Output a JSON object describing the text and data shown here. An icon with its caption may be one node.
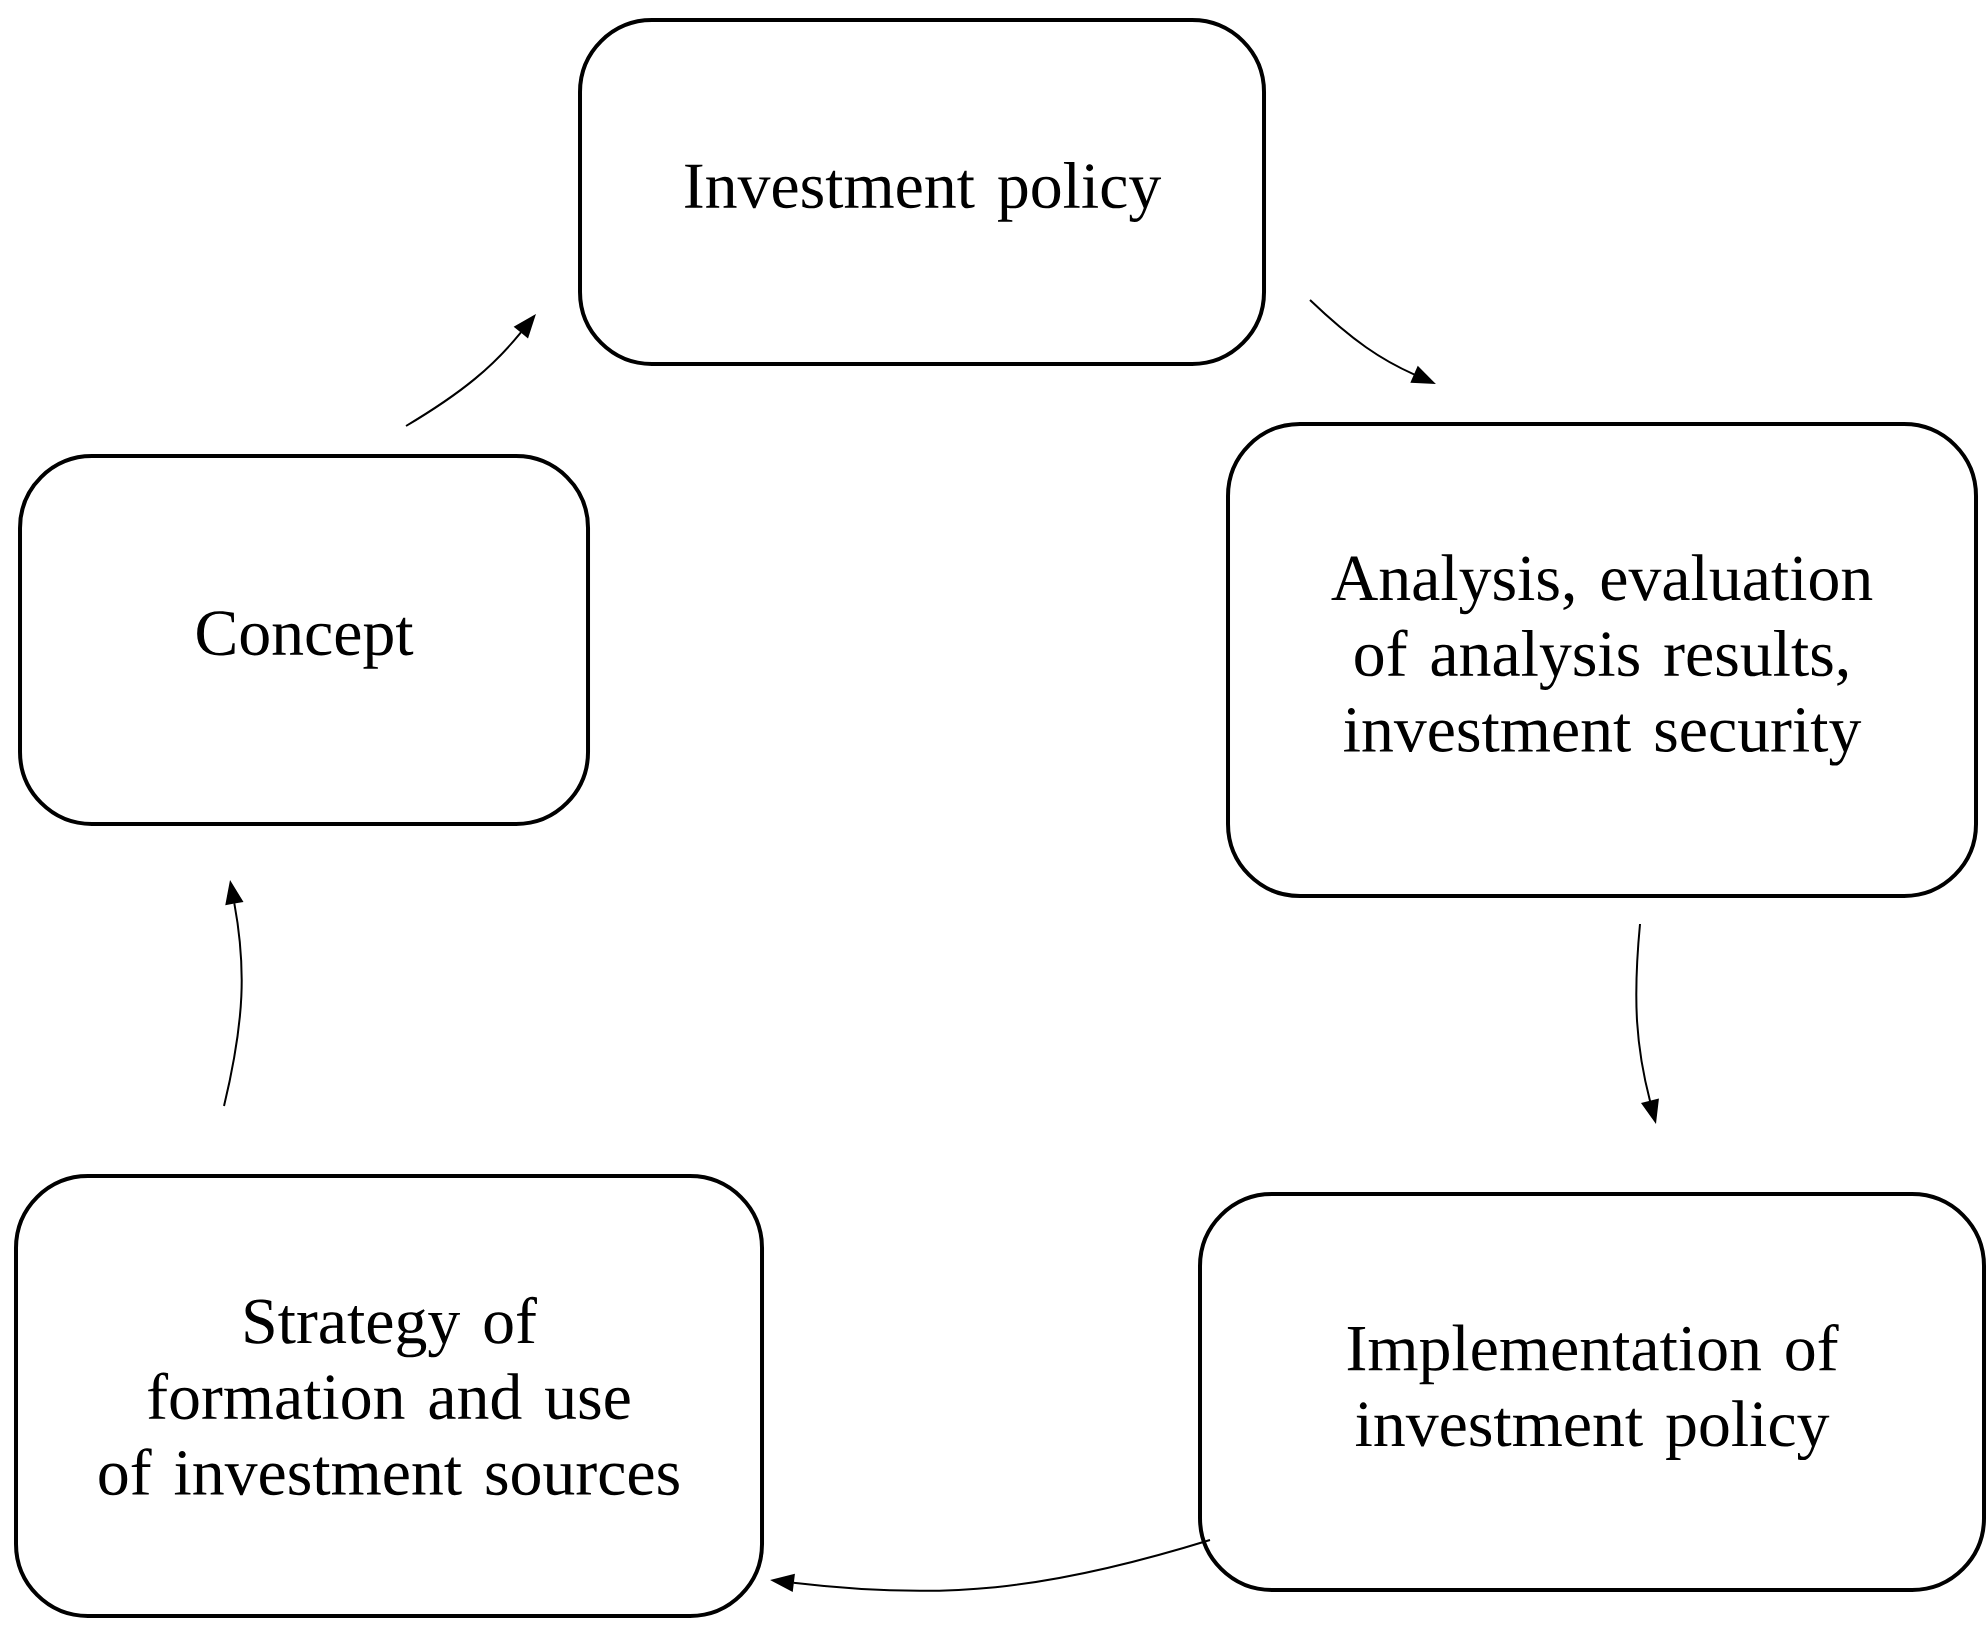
{
  "diagram": {
    "nodes": [
      {
        "text": [
          "Investment policy"
        ]
      },
      {
        "text": [
          "Analysis, evaluation of analysis results, investment security"
        ]
      },
      {
        "text": [
          "Implementation of investment policy"
        ]
      },
      {
        "text": [
          "Strategy of formation and use of investment sources"
        ]
      },
      {
        "text": [
          "Concept"
        ]
      }
    ],
    "edges": [
      {
        "from": 0,
        "to": 1,
        "arrow": "to"
      },
      {
        "from": 1,
        "to": 2,
        "arrow": "to"
      },
      {
        "from": 2,
        "to": 3,
        "arrow": "to"
      },
      {
        "from": 3,
        "to": 4,
        "arrow": "to"
      },
      {
        "from": 4,
        "to": 0,
        "arrow": "to"
      }
    ]
  }
}
